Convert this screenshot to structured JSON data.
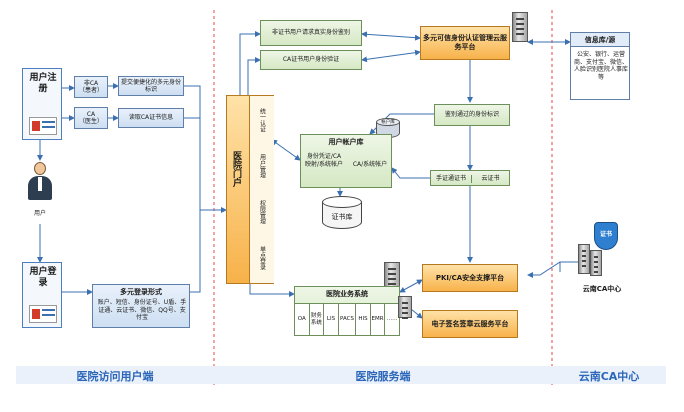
{
  "sections": {
    "left": "医院访问用户端",
    "middle": "医院服务端",
    "right": "云南CA中心"
  },
  "left": {
    "register": "用户注册",
    "login": "用户登录",
    "user_label": "用户",
    "non_ca": "非CA\n（患者）",
    "ca_doctor": "CA\n（医生）",
    "submit_identity": "提交便捷化的多元身份标识",
    "read_ca_cert": "读取CA证书信息",
    "login_forms_title": "多元登录形式",
    "login_forms_items": "账户、短信、身份证号、U盾、手证通、云证书、微信、QQ号、支付宝"
  },
  "portal": {
    "title": "医院门户",
    "sections": [
      "统一认证",
      "用户管理",
      "权限管理",
      "单点登录"
    ]
  },
  "middle": {
    "non_cert_request": "非证书用户请求真实身份鉴别",
    "ca_cert_verify": "CA证书用户身份验证",
    "user_account_db": "用户帐户库",
    "identity_map": "身份凭证/CA映射/系统帐户",
    "ca_system_account": "CA/系统帐户",
    "cert_db": "证书库",
    "account_db": "帐户库",
    "auth_passed": "鉴别通过的身份标识",
    "cert_cert": "手证通证书",
    "cloud_cert": "云证书",
    "hospital_system": "医院业务系统",
    "systems": [
      "OA",
      "财务系统",
      "LIS",
      "PACS",
      "HIS",
      "EMR",
      "……"
    ]
  },
  "platforms": {
    "multi_identity": "多元可信身份认证管理云服务平台",
    "pki_ca": "PKI/CA安全支撑平台",
    "esign": "电子签名签章云服务平台"
  },
  "right": {
    "info_db_title": "信息库/源",
    "info_db_items": "公安、银行、运营商、支付宝、微信、人脸识别医院人事库等",
    "ca_center": "云南CA中心",
    "cert_shield": "证书"
  }
}
